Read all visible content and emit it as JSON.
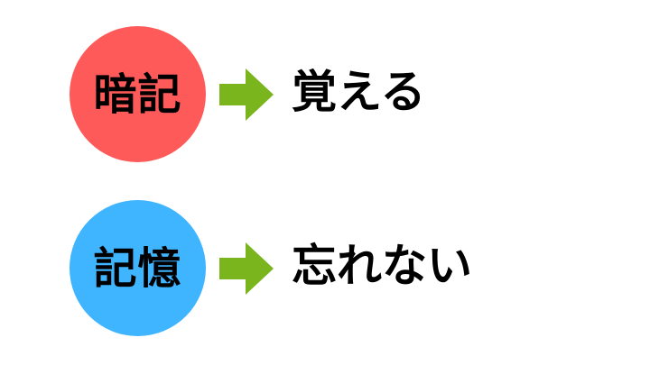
{
  "colors": {
    "circle_1": "#ff5a5a",
    "circle_2": "#3fb4ff",
    "arrow": "#7ab51d",
    "text": "#000000",
    "background": "#ffffff"
  },
  "rows": [
    {
      "term": "暗記",
      "result": "覚える"
    },
    {
      "term": "記憶",
      "result": "忘れない"
    }
  ],
  "icons": {
    "arrow": "right-arrow-icon"
  }
}
